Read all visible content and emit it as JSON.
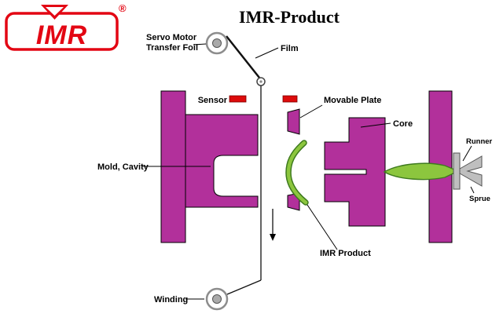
{
  "title": "IMR-Product",
  "logo": {
    "text": "IMR",
    "registered": "®"
  },
  "labels": {
    "servo_motor": "Servo Motor",
    "transfer_foil": "Transfer Foil",
    "film": "Film",
    "sensor": "Sensor",
    "movable_plate": "Movable Plate",
    "core": "Core",
    "mold_cavity": "Mold, Cavity",
    "runner": "Runner",
    "sprue": "Sprue",
    "imr_product": "IMR Product",
    "winding": "Winding"
  },
  "colors": {
    "mold_magenta": "#b2309b",
    "product_green": "#8cc63e",
    "product_green_dark": "#3e7a1e",
    "sprue_gray": "#bfbfbf",
    "logo_red": "#e30613",
    "sensor_red": "#dd0b0b"
  }
}
